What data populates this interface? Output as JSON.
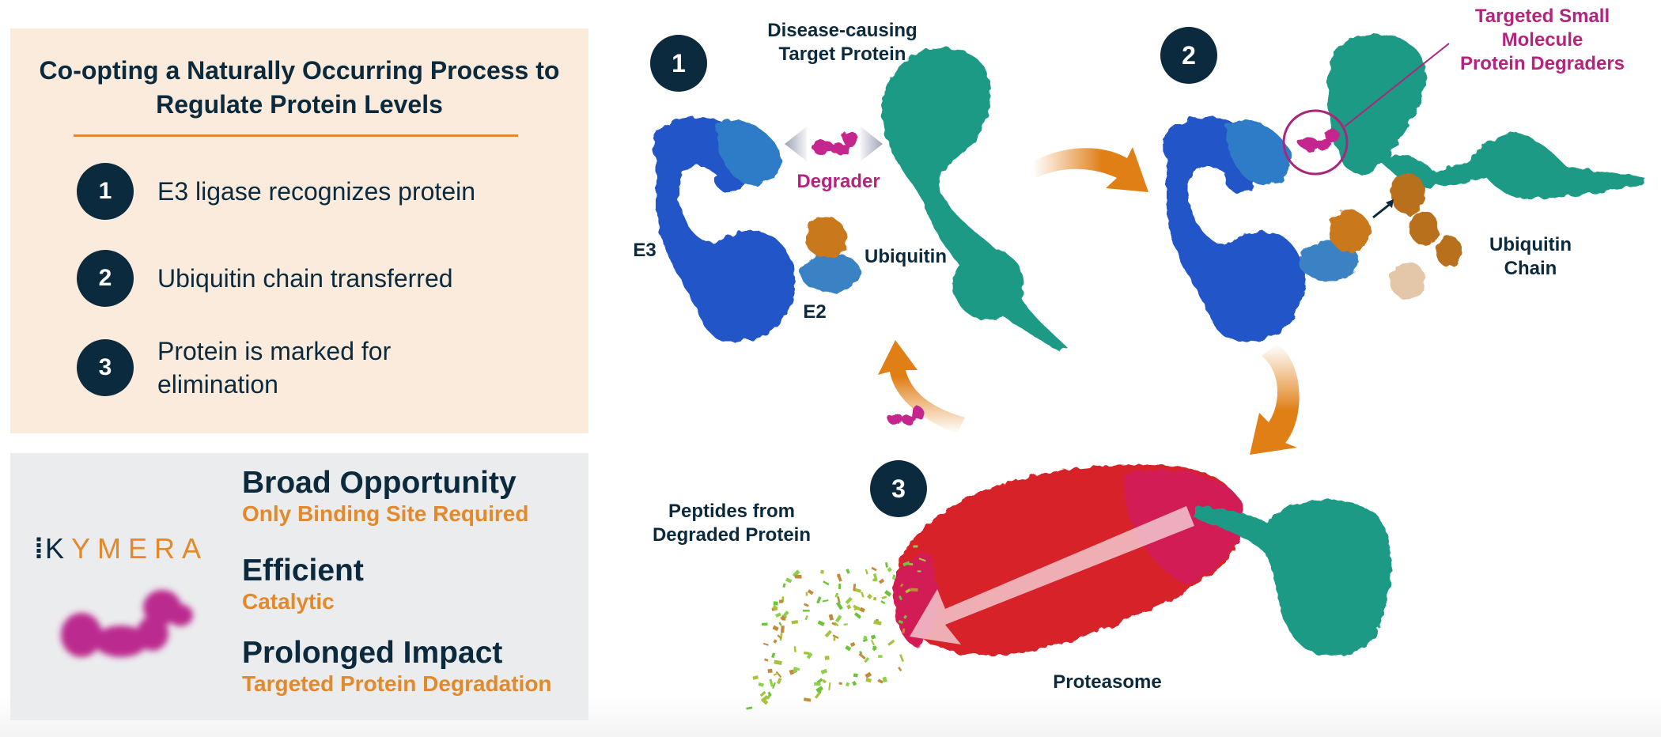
{
  "left_panel": {
    "title_line1": "Co-opting a Naturally Occurring Process to",
    "title_line2": "Regulate Protein Levels",
    "steps": [
      {
        "number": "1",
        "text": "E3 ligase recognizes protein"
      },
      {
        "number": "2",
        "text": "Ubiquitin chain transferred"
      },
      {
        "number": "3",
        "text": "Protein is marked for elimination"
      }
    ]
  },
  "benefits_panel": {
    "logo": {
      "prefix": "K",
      "rest": "YMERA"
    },
    "benefits": [
      {
        "title": "Broad Opportunity",
        "subtitle": "Only Binding Site Required"
      },
      {
        "title": "Efficient",
        "subtitle": "Catalytic"
      },
      {
        "title": "Prolonged Impact",
        "subtitle": "Targeted Protein Degradation"
      }
    ]
  },
  "diagram": {
    "badges": [
      "1",
      "2",
      "3"
    ],
    "labels": {
      "target_protein_line1": "Disease-causing",
      "target_protein_line2": "Target Protein",
      "degrader": "Degrader",
      "e3": "E3",
      "e2": "E2",
      "ubiquitin": "Ubiquitin",
      "degraders_line1": "Targeted Small",
      "degraders_line2": "Molecule",
      "degraders_line3": "Protein Degraders",
      "ubiquitin_chain_line1": "Ubiquitin",
      "ubiquitin_chain_line2": "Chain",
      "peptides_line1": "Peptides from",
      "peptides_line2": "Degraded Protein",
      "proteasome": "Proteasome"
    }
  },
  "colors": {
    "navy": "#0c2a3d",
    "orange": "#e4892a",
    "magenta": "#b5247c",
    "e3_blue": "#1f5fd0",
    "target_teal": "#1f9a86",
    "ubiquitin_orange": "#c9781a",
    "proteasome_red": "#d8232a"
  }
}
